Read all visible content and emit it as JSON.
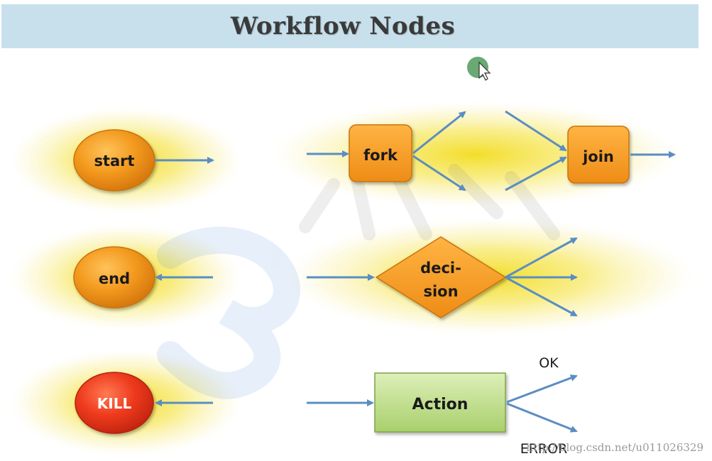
{
  "title": "Workflow Nodes",
  "nodes": {
    "start": "start",
    "end": "end",
    "kill": "KILL",
    "fork": "fork",
    "join": "join",
    "decision_line1": "deci-",
    "decision_line2": "sion",
    "action": "Action"
  },
  "edges": {
    "ok": "OK",
    "error": "ERROR"
  },
  "watermark": {
    "url": "http://blog.csdn.net/u011026329"
  },
  "colors": {
    "title_bar": "#c7e0ec",
    "node_orange": "#f39a1f",
    "node_red": "#ee3a1e",
    "action_green": "#c0dd8e",
    "arrow_blue": "#5a8ec2",
    "glow_yellow": "#f4e035"
  }
}
